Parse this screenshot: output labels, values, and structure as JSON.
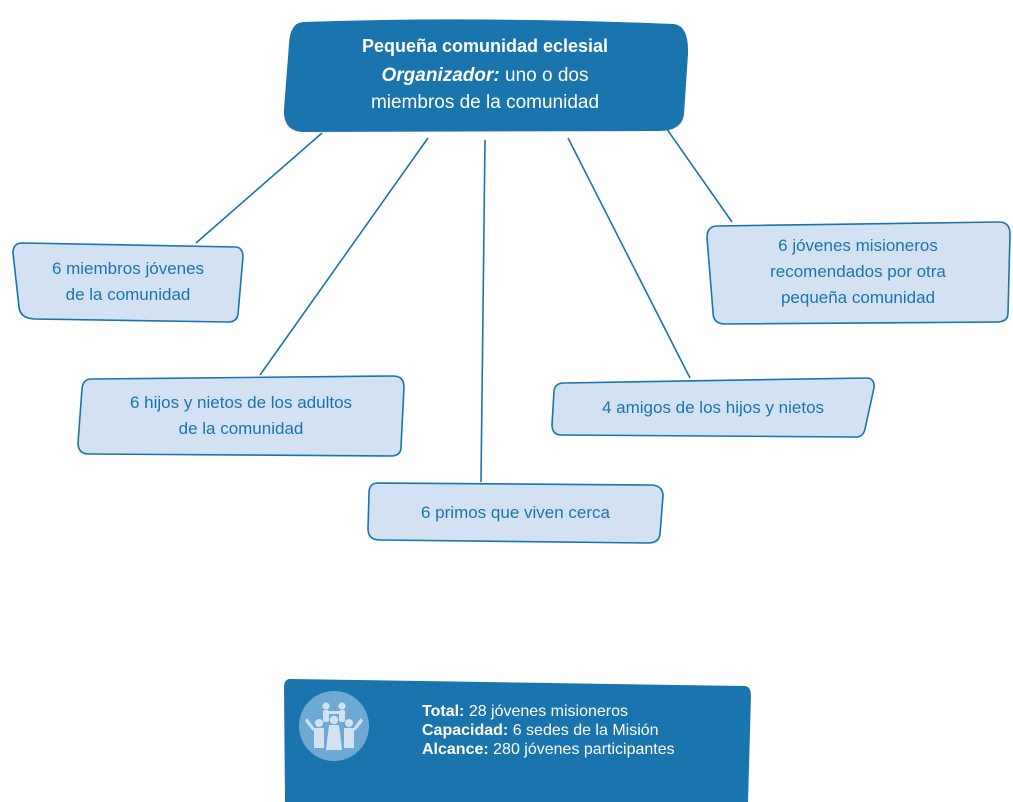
{
  "root": {
    "title": "Pequeña comunidad eclesial",
    "organizer_label": "Organizador:",
    "organizer_line1": "uno o dos",
    "organizer_line2": "miembros de la comunidad"
  },
  "groups": [
    {
      "id": "young-members",
      "lines": [
        "6 miembros jóvenes",
        "de la comunidad"
      ]
    },
    {
      "id": "children-grandchildren",
      "lines": [
        "6 hijos y nietos de los adultos",
        "de la comunidad"
      ]
    },
    {
      "id": "cousins",
      "lines": [
        "6 primos que viven cerca"
      ]
    },
    {
      "id": "friends",
      "lines": [
        "4 amigos de los hijos y nietos"
      ]
    },
    {
      "id": "recommended-missionaries",
      "lines": [
        "6 jóvenes misioneros",
        "recomendados por otra",
        "pequeña comunidad"
      ]
    }
  ],
  "summary": {
    "icon": "family-group-icon",
    "total_label": "Total:",
    "total_value": "28 jóvenes misioneros",
    "capacity_label": "Capacidad:",
    "capacity_value": "6 sedes de la Misión",
    "reach_label": "Alcance:",
    "reach_value": "280 jóvenes participantes"
  },
  "colors": {
    "primary": "#1a74ad",
    "node_fill": "#d3e2f2",
    "node_stroke": "#1a74ad",
    "icon_circle": "#6ea9d4"
  }
}
